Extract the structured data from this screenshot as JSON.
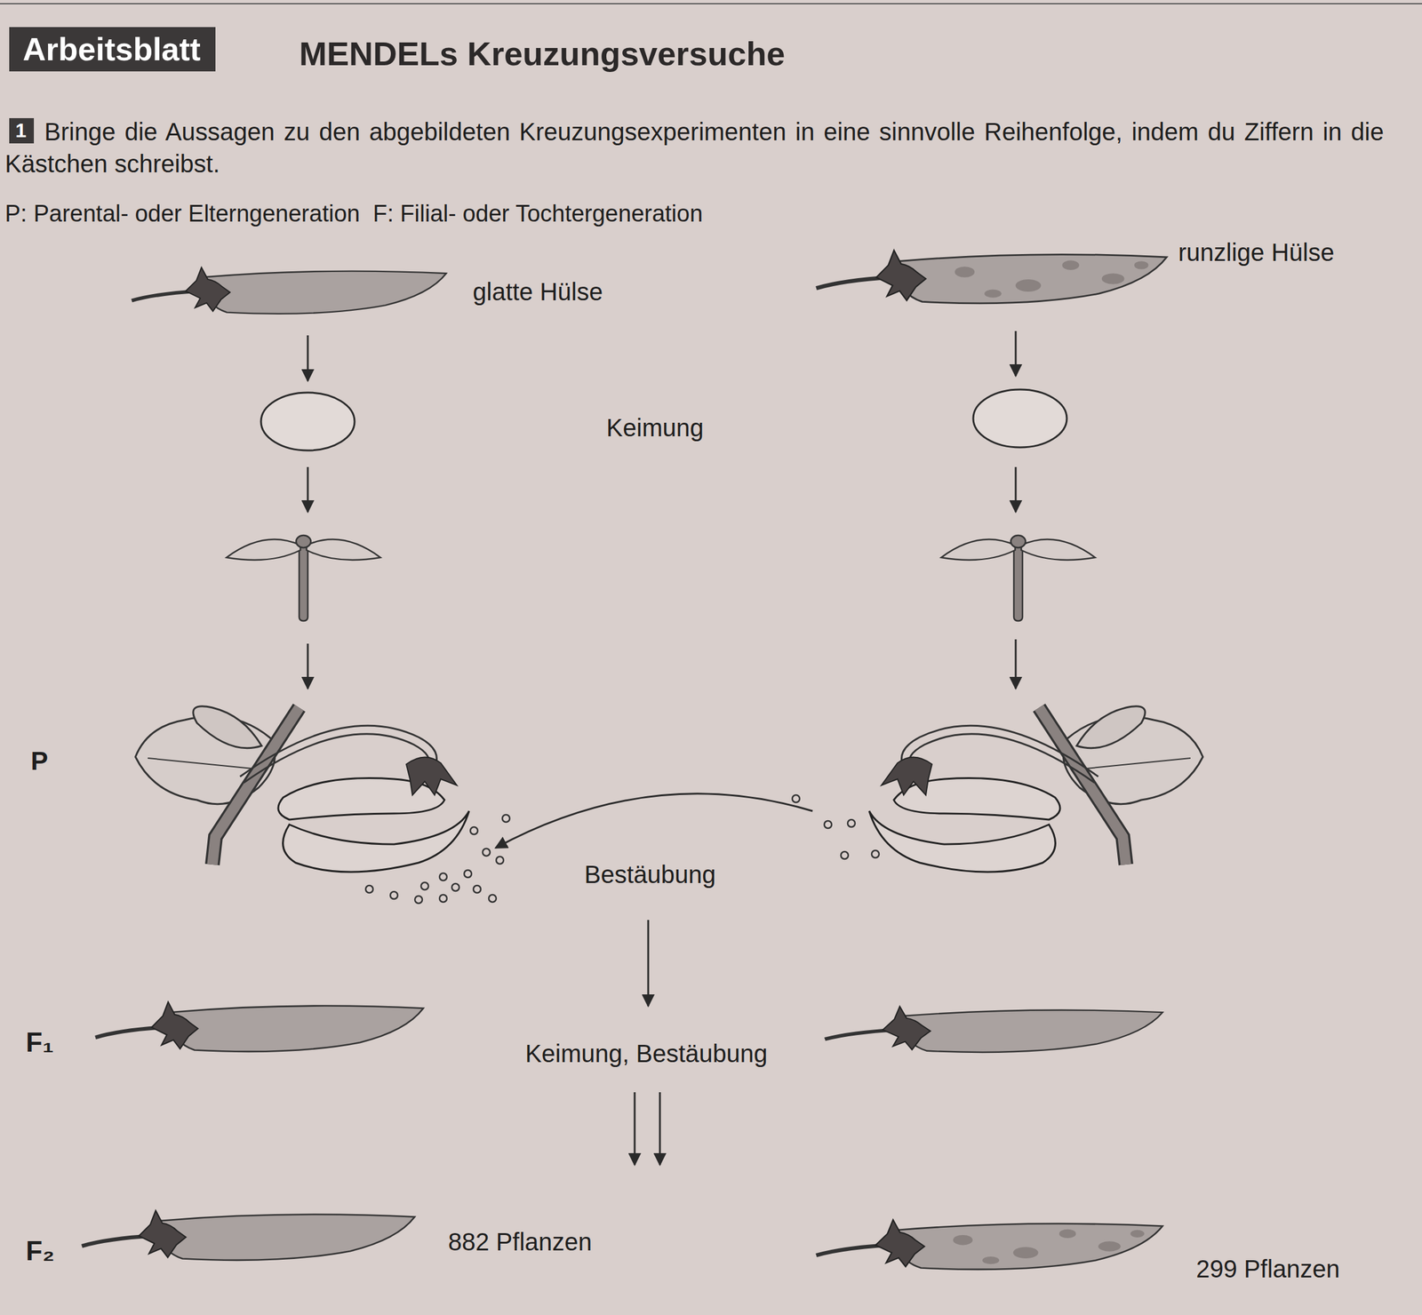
{
  "diagram": {
    "title": "MENDELs Kreuzungsversuche",
    "nodes": [
      {
        "text": [
          "Arbeitsblatt"
        ]
      },
      {
        "text": [
          "1"
        ]
      }
    ],
    "labels": [
      "Bringe die Aussagen zu den abgebildeten Kreuzungsexperimenten in eine sinnvolle Reihenfolge, indem du Ziffern in die Kästchen schreibst.",
      "P: Parental- oder Elterngeneration  F: Filial- oder Tochtergeneration",
      "glatte Hülse",
      "runzlige Hülse",
      "Keimung",
      "P",
      "Bestäubung",
      "F₁",
      "Keimung, Bestäubung",
      "F₂",
      "882 Pflanzen",
      "299 Pflanzen"
    ]
  }
}
